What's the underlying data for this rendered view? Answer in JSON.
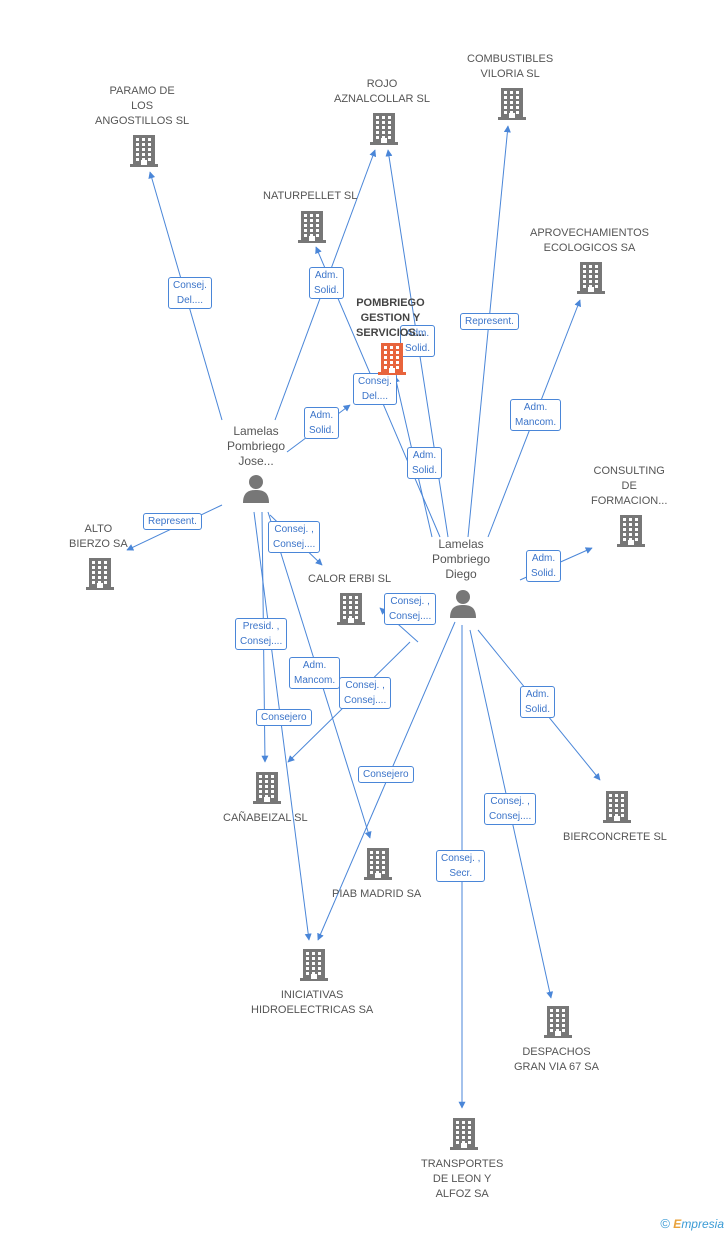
{
  "colors": {
    "edge": "#4a86d8",
    "building": "#777777",
    "building_main": "#e8643c",
    "person": "#777777"
  },
  "companies": [
    {
      "id": "paramo",
      "label": "PARAMO DE\nLOS\nANGOSTILLOS SL",
      "icon": "building-icon"
    },
    {
      "id": "rojo",
      "label": "ROJO\nAZNALCOLLAR SL",
      "icon": "building-icon"
    },
    {
      "id": "combustibles",
      "label": "COMBUSTIBLES\nVILORIA SL",
      "icon": "building-icon"
    },
    {
      "id": "naturpellet",
      "label": "NATURPELLET SL",
      "icon": "building-icon"
    },
    {
      "id": "pombriego",
      "label": "POMBRIEGO\nGESTION Y\nSERVICIOS...",
      "icon": "building-icon",
      "main": true
    },
    {
      "id": "aprovechamientos",
      "label": "APROVECHAMIENTOS\nECOLOGICOS SA",
      "icon": "building-icon"
    },
    {
      "id": "consulting",
      "label": "CONSULTING\nDE\nFORMACION...",
      "icon": "building-icon"
    },
    {
      "id": "alto",
      "label": "ALTO\nBIERZO SA",
      "icon": "building-icon"
    },
    {
      "id": "calor",
      "label": "CALOR ERBI  SL",
      "icon": "building-icon"
    },
    {
      "id": "canabeizal",
      "label": "CAÑABEIZAL SL",
      "icon": "building-icon"
    },
    {
      "id": "bierconcrete",
      "label": "BIERCONCRETE SL",
      "icon": "building-icon"
    },
    {
      "id": "piab",
      "label": "PIAB MADRID SA",
      "icon": "building-icon"
    },
    {
      "id": "iniciativas",
      "label": "INICIATIVAS\nHIDROELECTRICAS SA",
      "icon": "building-icon"
    },
    {
      "id": "despachos",
      "label": "DESPACHOS\nGRAN VIA 67 SA",
      "icon": "building-icon"
    },
    {
      "id": "transportes",
      "label": "TRANSPORTES\nDE LEON Y\nALFOZ SA",
      "icon": "building-icon"
    }
  ],
  "people": [
    {
      "id": "jose",
      "label": "Lamelas\nPombriego\nJose...",
      "icon": "person-icon"
    },
    {
      "id": "diego",
      "label": "Lamelas\nPombriego\nDiego",
      "icon": "person-icon"
    }
  ],
  "relations": [
    {
      "from": "jose",
      "to": "paramo",
      "label": "Consej.\nDel...."
    },
    {
      "from": "jose",
      "to": "rojo",
      "label": "Adm.\nSolid."
    },
    {
      "from": "jose",
      "to": "pombriego",
      "label": "Adm.\nSolid."
    },
    {
      "from": "jose",
      "to": "alto",
      "label": "Represent."
    },
    {
      "from": "jose",
      "to": "calor",
      "label": "Consej. ,\nConsej...."
    },
    {
      "from": "jose",
      "to": "canabeizal",
      "label": "Presid. ,\nConsej...."
    },
    {
      "from": "jose",
      "to": "piab",
      "label": "Adm.\nMancom."
    },
    {
      "from": "jose",
      "to": "iniciativas",
      "label": "Consejero"
    },
    {
      "from": "diego",
      "to": "rojo",
      "label": "Adm.\nSolid."
    },
    {
      "from": "diego",
      "to": "naturpellet",
      "label": "Adm.\nSolid."
    },
    {
      "from": "diego",
      "to": "pombriego",
      "label": "Consej.\nDel...."
    },
    {
      "from": "diego",
      "to": "combustibles",
      "label": "Represent."
    },
    {
      "from": "diego",
      "to": "aprovechamientos",
      "label": "Adm.\nMancom."
    },
    {
      "from": "diego",
      "to": "consulting",
      "label": "Adm.\nSolid."
    },
    {
      "from": "diego",
      "to": "calor",
      "label": "Consej. ,\nConsej...."
    },
    {
      "from": "diego",
      "to": "canabeizal",
      "label": "Consej. ,\nConsej...."
    },
    {
      "from": "diego",
      "to": "iniciativas",
      "label": "Consejero"
    },
    {
      "from": "diego",
      "to": "bierconcrete",
      "label": "Adm.\nSolid."
    },
    {
      "from": "diego",
      "to": "despachos",
      "label": "Consej. ,\nConsej...."
    },
    {
      "from": "diego",
      "to": "transportes",
      "label": "Consej. ,\nSecr."
    }
  ],
  "footer": {
    "copyright": "©",
    "brand_first": "E",
    "brand_rest": "mpresia"
  }
}
